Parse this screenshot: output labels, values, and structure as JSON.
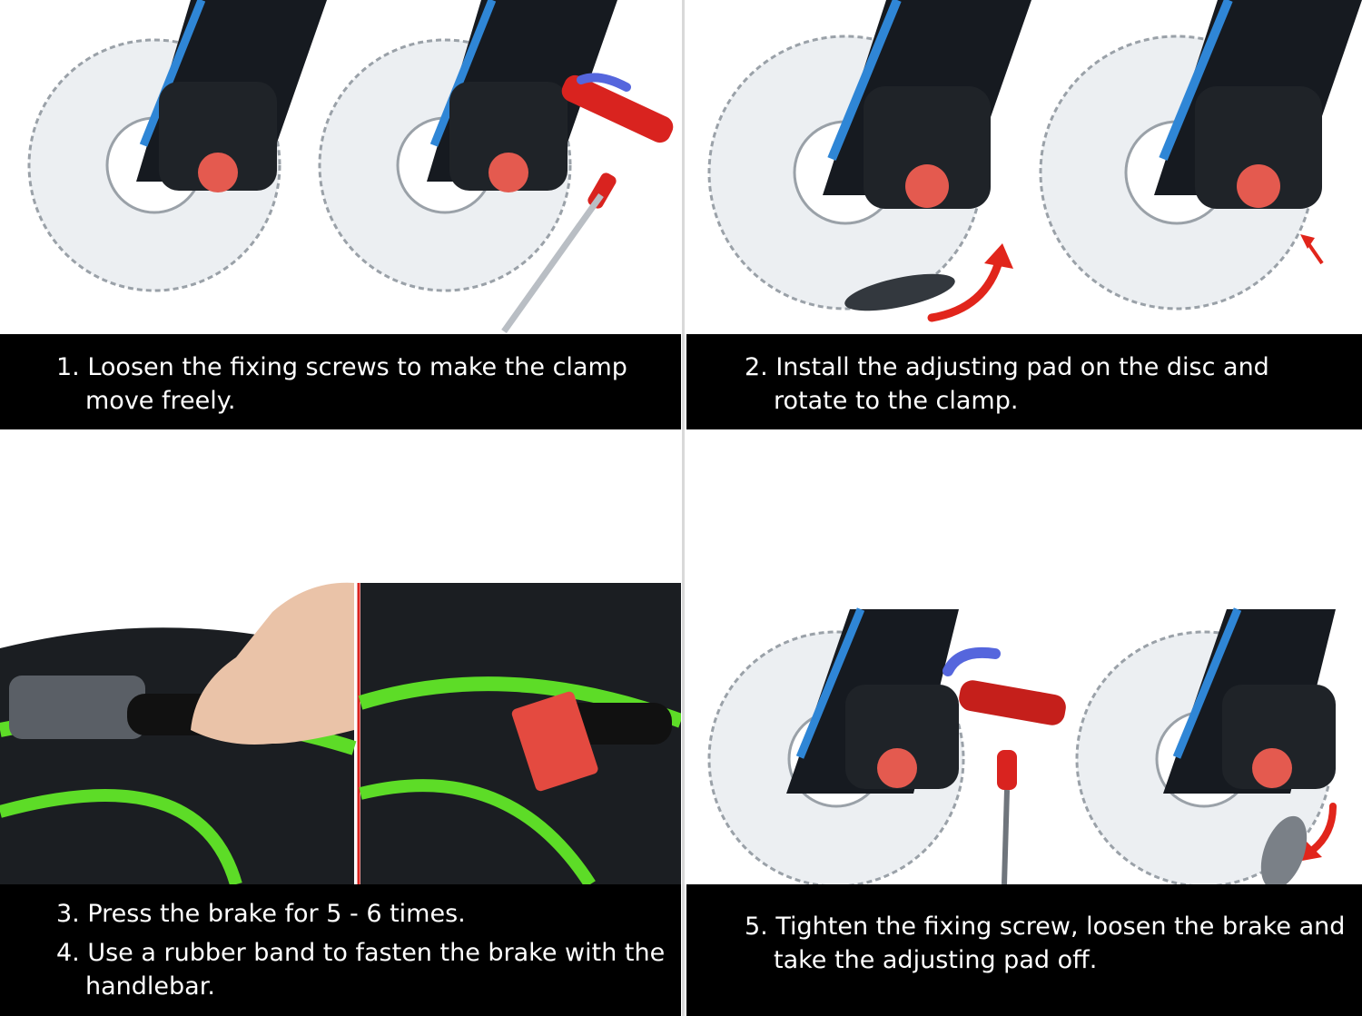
{
  "steps": {
    "s1": "1. Loosen the fixing screws to make the clamp move freely.",
    "s2": "2. Install the adjusting pad on the disc and rotate to the clamp.",
    "s3": "3. Press the brake for 5 - 6 times.",
    "s4": "4. Use a rubber band to fasten the brake with the handlebar.",
    "s5": "5. Tighten the fixing screw, loosen the brake and take the adjusting pad off."
  },
  "colors": {
    "caption_bg": "#000000",
    "caption_text": "#ffffff",
    "frame_blue": "#2f86d6",
    "tool_red": "#d9231f",
    "tire_green": "#5ddc27"
  },
  "icons": [
    "disc-rotor-icon",
    "brake-caliper-icon",
    "t-wrench-icon",
    "rotate-arrow-icon",
    "hand-icon",
    "rubber-band-icon"
  ]
}
